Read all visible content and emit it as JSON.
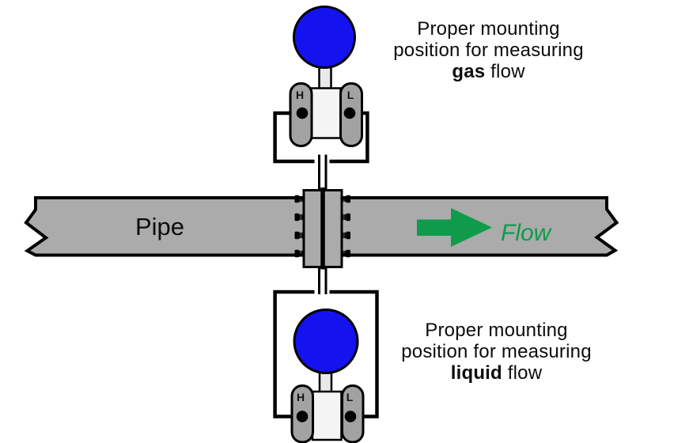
{
  "diagram": {
    "pipe": {
      "label": "Pipe"
    },
    "flow": {
      "label": "Flow",
      "arrow_icon": "right-arrow"
    },
    "captions": {
      "gas": {
        "line1": "Proper mounting",
        "line2": "position for measuring",
        "bold_word": "gas",
        "line3_rest": " flow"
      },
      "liquid": {
        "line1": "Proper mounting",
        "line2": "position for measuring",
        "bold_word": "liquid",
        "line3_rest": " flow"
      }
    },
    "transmitters": {
      "top": {
        "high_port_label": "H",
        "low_port_label": "L"
      },
      "bottom": {
        "high_port_label": "H",
        "low_port_label": "L"
      }
    },
    "colors": {
      "transmitter_blue": "#1512f0",
      "flow_green": "#0f9b4b",
      "pipe_gray": "#ababab",
      "capsule_gray": "#a2a2a2",
      "body_gray": "#f4f4f4",
      "stem_gray": "#e9e9e9",
      "outline_black": "#000000"
    }
  }
}
